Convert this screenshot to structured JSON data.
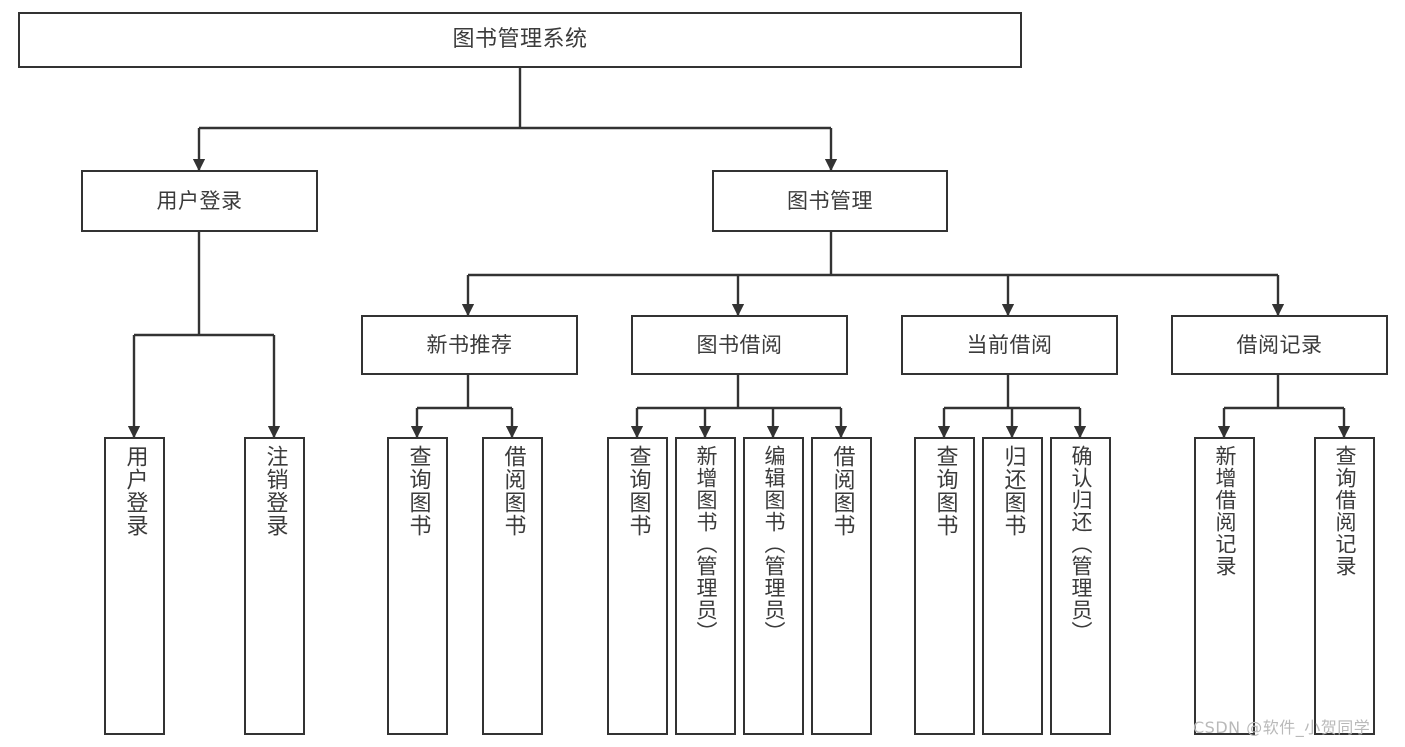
{
  "diagram": {
    "title": "图书管理系统",
    "type": "tree-hierarchy-diagram",
    "watermark": "CSDN @软件_小贺同学",
    "colors": {
      "background": "#ffffff",
      "box_border": "#333333",
      "box_fill": "#ffffff",
      "text": "#3b3b3b",
      "edge": "#333333",
      "watermark": "#b9b9b9"
    }
  },
  "nodes": {
    "root": {
      "label": "图书管理系统"
    },
    "level2": [
      {
        "label": "用户登录"
      },
      {
        "label": "图书管理"
      }
    ],
    "level3": [
      {
        "label": "新书推荐"
      },
      {
        "label": "图书借阅"
      },
      {
        "label": "当前借阅"
      },
      {
        "label": "借阅记录"
      }
    ],
    "leaves": {
      "user_login": [
        {
          "label": "用户登录"
        },
        {
          "label": "注销登录"
        }
      ],
      "new_book_recommend": [
        {
          "label": "查询图书"
        },
        {
          "label": "借阅图书"
        }
      ],
      "book_borrow": [
        {
          "label": "查询图书"
        },
        {
          "label": "新增图书（管理员）"
        },
        {
          "label": "编辑图书（管理员）"
        },
        {
          "label": "借阅图书"
        }
      ],
      "current_borrow": [
        {
          "label": "查询图书"
        },
        {
          "label": "归还图书"
        },
        {
          "label": "确认归还（管理员）"
        }
      ],
      "borrow_record": [
        {
          "label": "新增借阅记录"
        },
        {
          "label": "查询借阅记录"
        }
      ]
    }
  }
}
